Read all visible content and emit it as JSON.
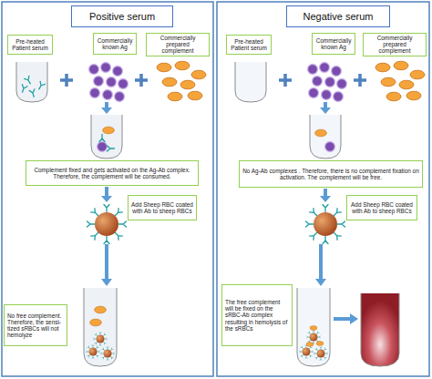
{
  "diagram": {
    "nodes": [
      {
        "text": [
          "Positive serum"
        ]
      },
      {
        "text": [
          "Pre-heated Patient serum"
        ]
      },
      {
        "text": [
          "Commercially known Ag"
        ]
      },
      {
        "text": [
          "Commercially prepared complement"
        ]
      },
      {
        "text": [
          "Complement fixed and gets activated on the Ag-Ab complex. Therefore, the complement will be consumed."
        ]
      },
      {
        "text": [
          "Add Sheep RBC coated with Ab to sheep RBCs"
        ]
      },
      {
        "text": [
          "No free complement. Therefore, the sensi- tized sRBCs will not hemolyze"
        ]
      },
      {
        "text": [
          "Negative serum"
        ]
      },
      {
        "text": [
          "Pre-heated Patient serum"
        ]
      },
      {
        "text": [
          "Commercially known Ag"
        ]
      },
      {
        "text": [
          "Commercially prepared complement"
        ]
      },
      {
        "text": [
          "No Ag-Ab complexes . Therefore, there is no complement fixation on activation. The complement will be free."
        ]
      },
      {
        "text": [
          "Add Sheep RBC coated with Ab to sheep RBCs"
        ]
      },
      {
        "text": [
          "The free complement will be fixed on the sRBC-Ab complex resulting in hemolysis of the sRBCs"
        ]
      }
    ]
  }
}
